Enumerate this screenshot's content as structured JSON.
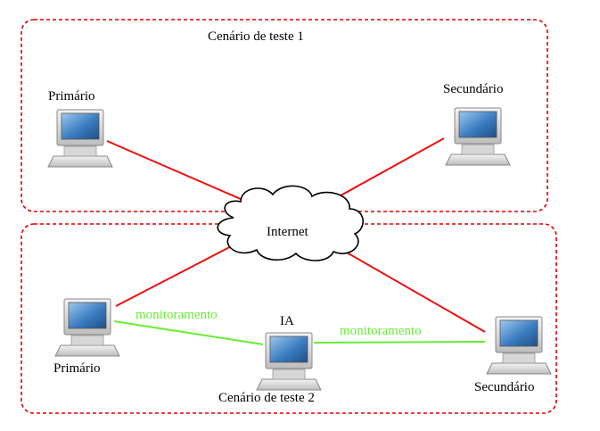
{
  "scenario1": {
    "title": "Cenário de teste 1"
  },
  "scenario2": {
    "title": "Cenário de teste 2"
  },
  "nodes": {
    "primary_top": "Primário",
    "secondary_top": "Secundário",
    "internet": "Internet",
    "primary_bottom": "Primário",
    "ia": "IA",
    "secondary_bottom": "Secundário"
  },
  "links": {
    "monitor_left": "monitoramento",
    "monitor_right": "monitoramento"
  },
  "colors": {
    "border": "#dd0000",
    "wan_link": "#ee1111",
    "monitor_link": "#66ee33",
    "screen": "#2f6fb3"
  }
}
